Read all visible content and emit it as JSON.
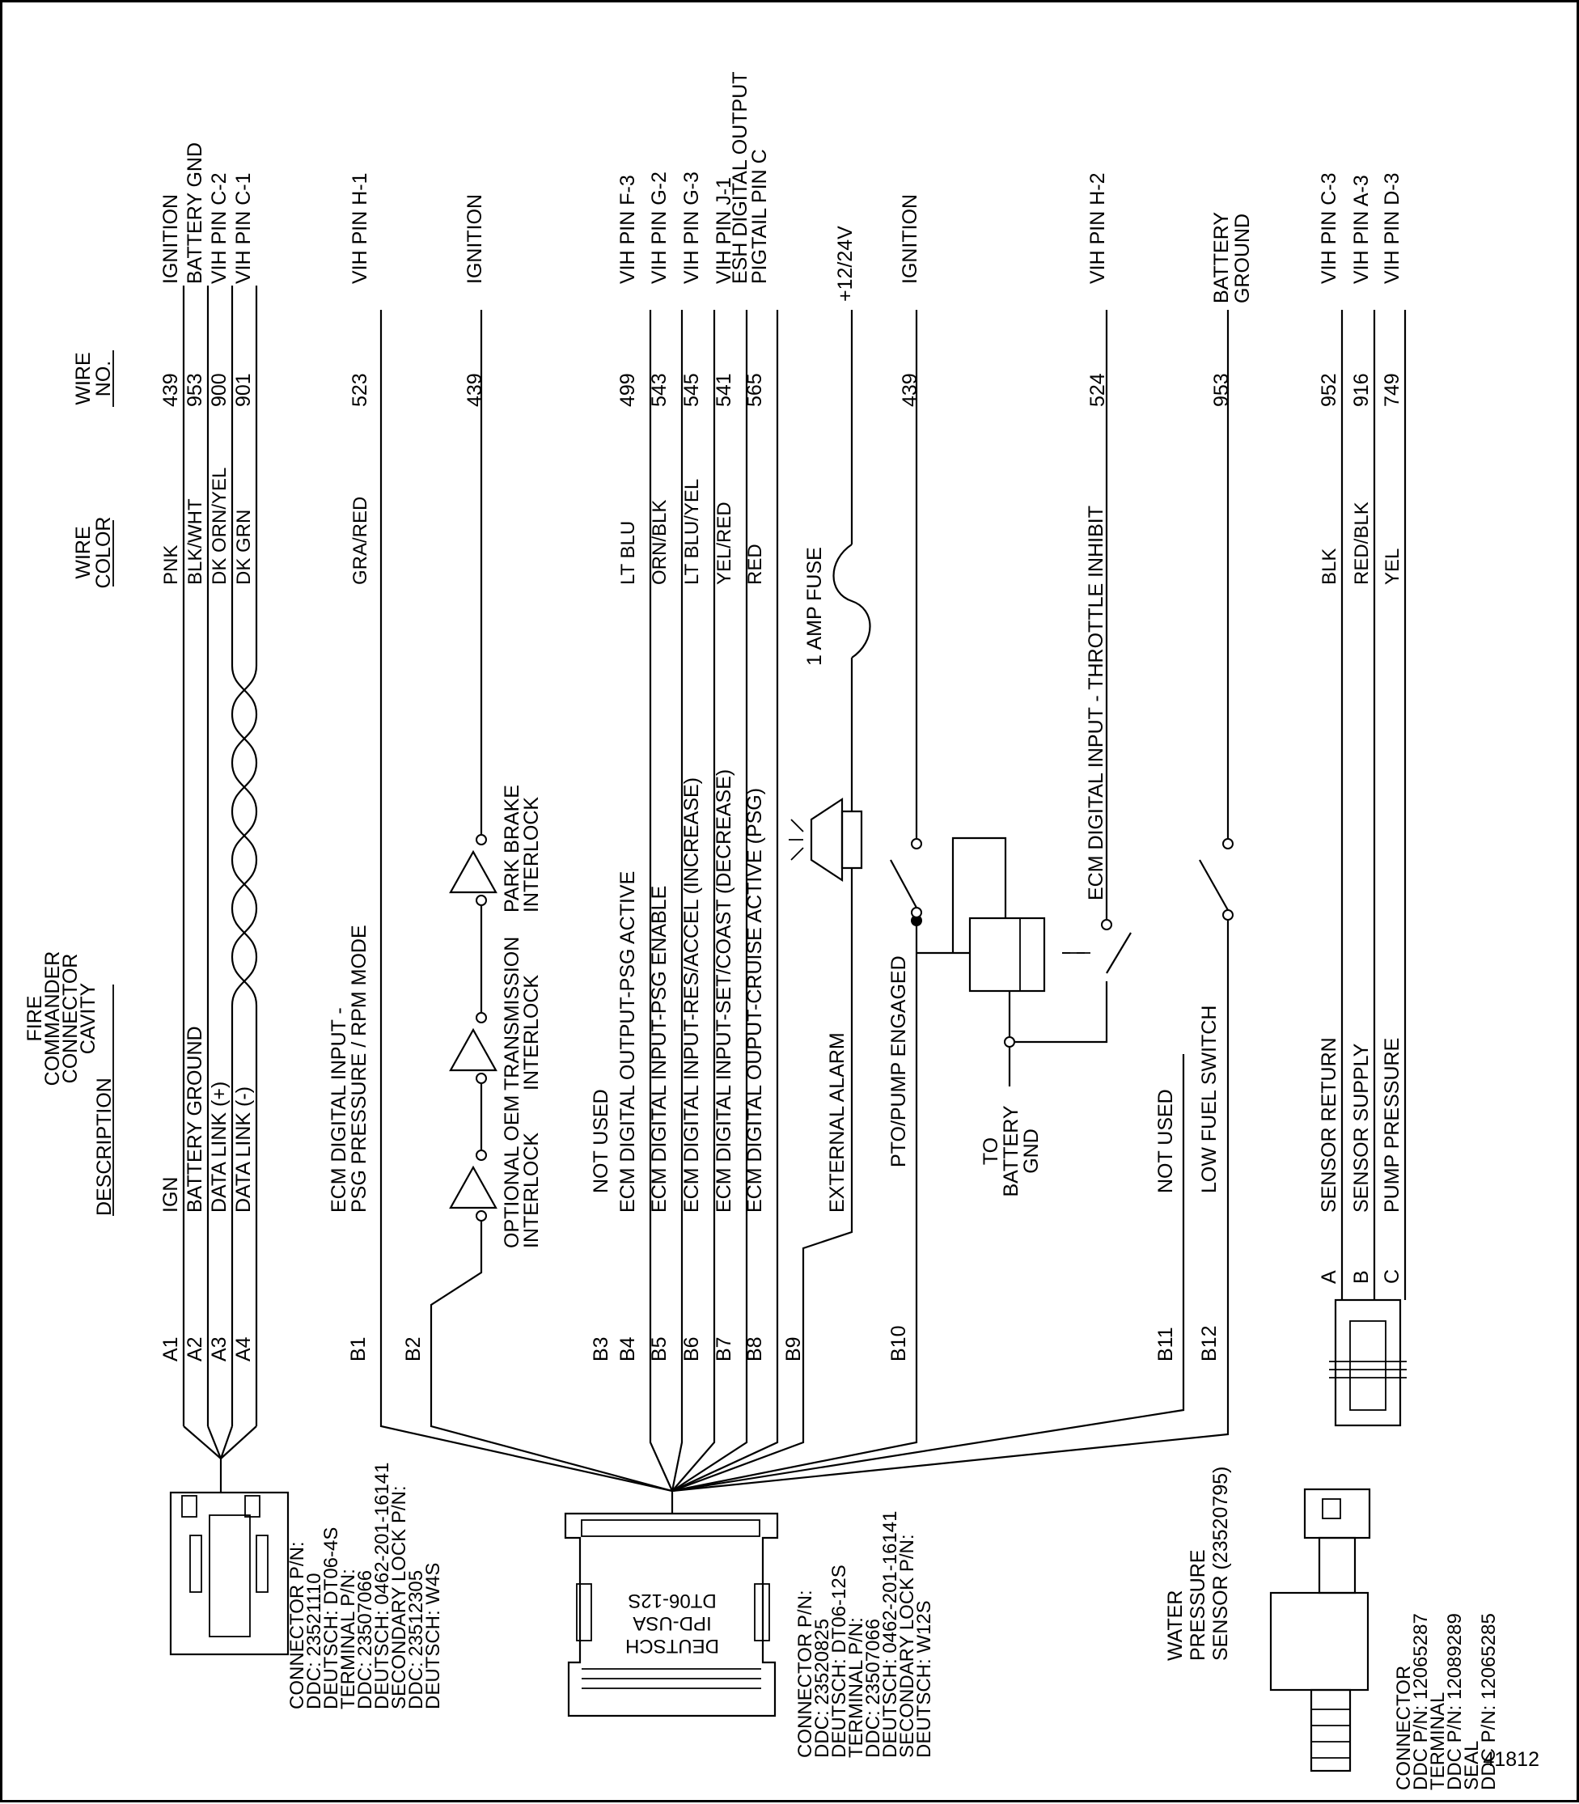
{
  "figure_number": "41812",
  "header": {
    "cavity_heading": [
      "FIRE",
      "COMMANDER",
      "CONNECTOR",
      "CAVITY"
    ],
    "description_heading": "DESCRIPTION",
    "wire_color_heading": [
      "WIRE",
      "COLOR"
    ],
    "wire_no_heading": [
      "WIRE",
      "NO."
    ]
  },
  "connector_4s": {
    "info": [
      "CONNECTOR P/N:",
      "DDC: 23521110",
      "DEUTSCH: DT06-4S",
      "TERMINAL P/N:",
      "DDC: 23507066",
      "DEUTSCH: 0462-201-16141",
      "SECONDARY LOCK P/N:",
      "DDC: 23512305",
      "DEUTSCH: W4S"
    ],
    "rows": [
      {
        "cavity": "A1",
        "description": "IGN",
        "color": "PNK",
        "wire_no": "439",
        "dest": "IGNITION"
      },
      {
        "cavity": "A2",
        "description": "BATTERY GROUND",
        "color": "BLK/WHT",
        "wire_no": "953",
        "dest": "BATTERY GND"
      },
      {
        "cavity": "A3",
        "description": "DATA LINK (+)",
        "color": "DK ORN/YEL",
        "wire_no": "900",
        "dest": "VIH PIN C-2"
      },
      {
        "cavity": "A4",
        "description": "DATA LINK (-)",
        "color": "DK GRN",
        "wire_no": "901",
        "dest": "VIH PIN C-1"
      }
    ]
  },
  "connector_12s": {
    "body_text": [
      "DEUTSCH",
      "IPD-USA",
      "DT06-12S"
    ],
    "info": [
      "CONNECTOR P/N:",
      "DDC: 23520825",
      "DEUTSCH: DT06-12S",
      "TERMINAL P/N:",
      "DDC: 23507066",
      "DEUTSCH: 0462-201-16141",
      "SECONDARY LOCK P/N:",
      "DEUTSCH: W12S"
    ],
    "b1": {
      "cavity": "B1",
      "description": [
        "ECM DIGITAL INPUT -",
        "PSG PRESSURE / RPM MODE"
      ],
      "color": "GRA/RED",
      "wire_no": "523",
      "dest": "VIH PIN H-1"
    },
    "b2": {
      "cavity": "B2",
      "wire_no": "439",
      "dest": "IGNITION"
    },
    "interlocks": [
      [
        "OPTIONAL OEM",
        "INTERLOCK"
      ],
      [
        "TRANSMISSION",
        "INTERLOCK"
      ],
      [
        "PARK BRAKE",
        "INTERLOCK"
      ]
    ],
    "b3": {
      "cavity": "B3",
      "description": "NOT USED"
    },
    "rows": [
      {
        "cavity": "B4",
        "description": "ECM DIGITAL OUTPUT-PSG ACTIVE",
        "color": "LT BLU",
        "wire_no": "499",
        "dest": "VIH PIN F-3"
      },
      {
        "cavity": "B5",
        "description": "ECM DIGITAL INPUT-PSG ENABLE",
        "color": "ORN/BLK",
        "wire_no": "543",
        "dest": "VIH PIN G-2"
      },
      {
        "cavity": "B6",
        "description": "ECM DIGITAL INPUT-RES/ACCEL (INCREASE)",
        "color": "LT BLU/YEL",
        "wire_no": "545",
        "dest": "VIH PIN G-3"
      },
      {
        "cavity": "B7",
        "description": "ECM DIGITAL INPUT-SET/COAST (DECREASE)",
        "color": "YEL/RED",
        "wire_no": "541",
        "dest": "VIH PIN J-1"
      },
      {
        "cavity": "B8",
        "description": "ECM DIGITAL OUPUT-CRUISE ACTIVE (PSG)",
        "color": "RED",
        "wire_no": "565",
        "dest": [
          "ESH DIGITAL OUTPUT",
          "PIGTAIL PIN C"
        ]
      }
    ],
    "b9": {
      "cavity": "B9",
      "description": "EXTERNAL ALARM",
      "fuse": "1 AMP FUSE",
      "dest": "+12/24V"
    },
    "b10": {
      "cavity": "B10",
      "description": "PTO/PUMP ENGAGED",
      "wire_no": "439",
      "dest": "IGNITION"
    },
    "battery_gnd": [
      "TO",
      "BATTERY",
      "GND"
    ],
    "throttle": {
      "description": "ECM DIGITAL INPUT - THROTTLE INHIBIT",
      "wire_no": "524",
      "dest": "VIH PIN H-2"
    },
    "b11": {
      "cavity": "B11",
      "description": "NOT USED"
    },
    "b12": {
      "cavity": "B12",
      "description": "LOW FUEL SWITCH",
      "wire_no": "953",
      "dest": [
        "BATTERY",
        "GROUND"
      ]
    }
  },
  "sensor": {
    "title": [
      "WATER",
      "PRESSURE",
      "SENSOR (23520795)"
    ],
    "info": [
      "CONNECTOR",
      "DDC P/N: 12065287",
      "TERMINAL",
      "DDC P/N: 12089289",
      "SEAL",
      "DDC P/N: 12065285"
    ],
    "rows": [
      {
        "cavity": "A",
        "description": "SENSOR RETURN",
        "color": "BLK",
        "wire_no": "952",
        "dest": "VIH PIN C-3"
      },
      {
        "cavity": "B",
        "description": "SENSOR SUPPLY",
        "color": "RED/BLK",
        "wire_no": "916",
        "dest": "VIH PIN A-3"
      },
      {
        "cavity": "C",
        "description": "PUMP PRESSURE",
        "color": "YEL",
        "wire_no": "749",
        "dest": "VIH PIN D-3"
      }
    ]
  }
}
